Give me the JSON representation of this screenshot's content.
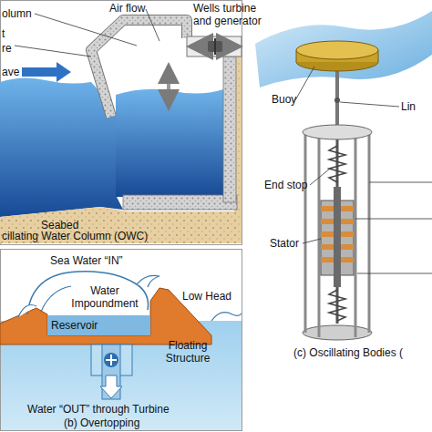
{
  "diagram": {
    "labels": [
      "olumn",
      "t",
      "re",
      "Air flow",
      "Wells turbine and generator",
      "ave",
      "Seabed",
      "cillating Water Column (OWC)",
      "Sea Water “IN”",
      "Water Impoundment",
      "Low Head",
      "Reservoir",
      "Floating Structure",
      "Water “OUT” through Turbine",
      "(b) Overtopping",
      "Buoy",
      "Lin",
      "End stop",
      "Stator",
      "(c) Oscillating Bodies ("
    ]
  }
}
